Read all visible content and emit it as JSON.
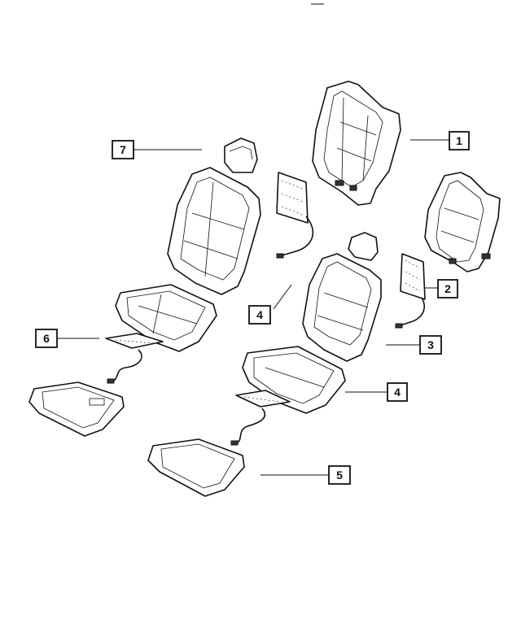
{
  "diagram": {
    "callouts": [
      {
        "id": "c1",
        "label": "1"
      },
      {
        "id": "c2",
        "label": "2"
      },
      {
        "id": "c3",
        "label": "3"
      },
      {
        "id": "c4a",
        "label": "4"
      },
      {
        "id": "c4b",
        "label": "4"
      },
      {
        "id": "c5",
        "label": "5"
      },
      {
        "id": "c6",
        "label": "6"
      },
      {
        "id": "c7",
        "label": "7"
      }
    ]
  }
}
